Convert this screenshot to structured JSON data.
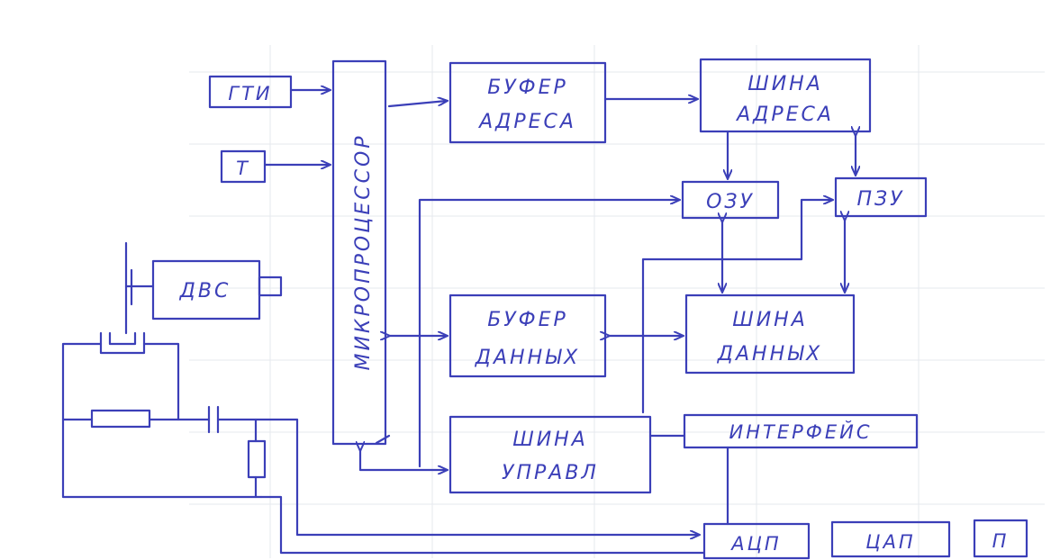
{
  "colors": {
    "ink": "#3b3fb8",
    "paper": "#ffffff",
    "grid": "#e6e8ee"
  },
  "blocks": {
    "gti": "ГТИ",
    "t": "Т",
    "microprocessor": "МИКРОПРОЦЕССОР",
    "addr_buffer": [
      "БУФЕР",
      "АДРЕСА"
    ],
    "addr_bus": [
      "ШИНА",
      "АДРЕСА"
    ],
    "ram": "ОЗУ",
    "rom": "ПЗУ",
    "data_buffer": [
      "БУФЕР",
      "ДАННЫХ"
    ],
    "data_bus": [
      "ШИНА",
      "ДАННЫХ"
    ],
    "control_bus": [
      "ШИНА",
      "УПРАВЛ"
    ],
    "interface": "ИНТЕРФЕЙС",
    "adc": "АЦП",
    "dac": "ЦАП",
    "p": "П",
    "engine": "ДВС"
  }
}
